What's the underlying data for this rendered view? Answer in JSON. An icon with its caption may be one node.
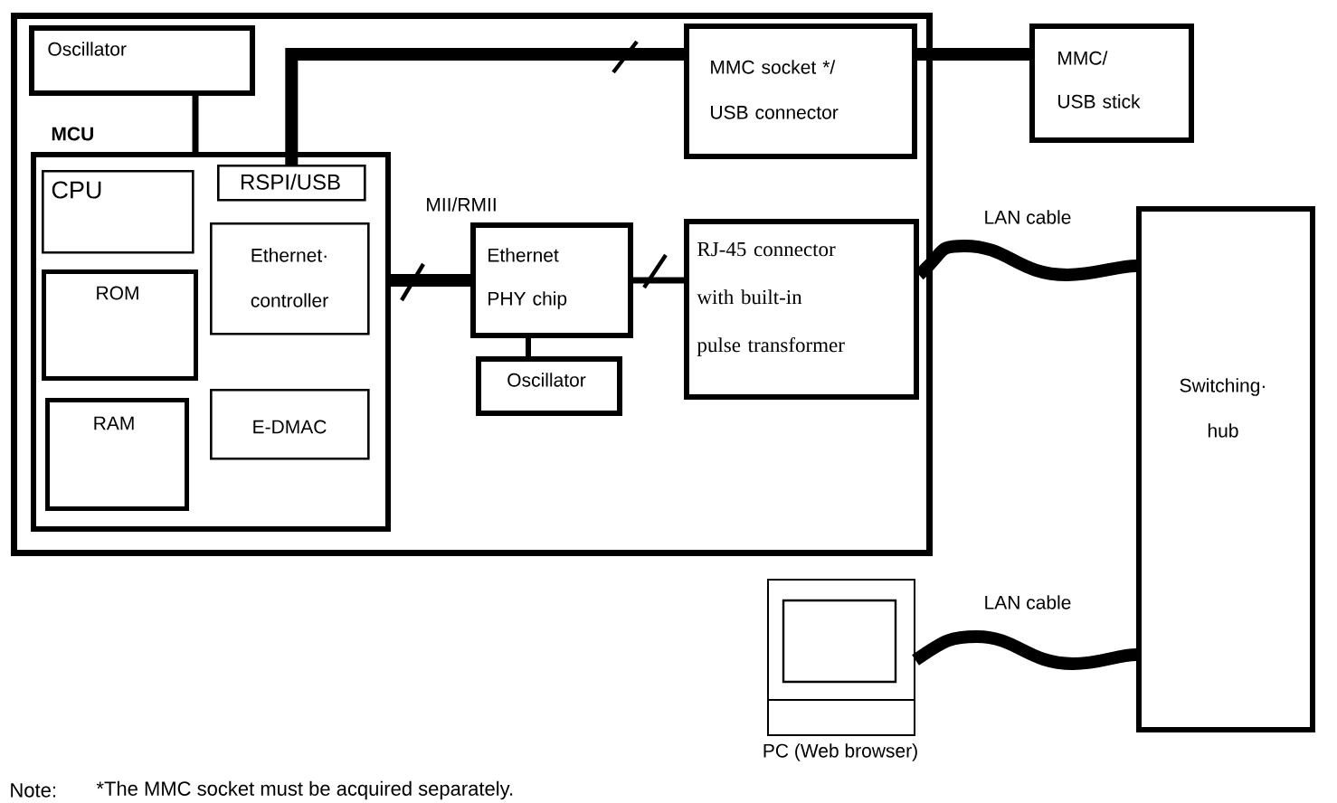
{
  "diagram": {
    "nodes": [
      {
        "text": [],
        "shape": "box"
      },
      {
        "text": [
          "Oscillator"
        ],
        "in": 0
      },
      {
        "text": [
          "MCU"
        ],
        "in": 0
      },
      {
        "text": [
          "CPU"
        ],
        "in": 2
      },
      {
        "text": [
          "RSPI/USB"
        ],
        "in": 2
      },
      {
        "text": [
          "Ethernet· controller"
        ],
        "in": 2
      },
      {
        "text": [
          "ROM"
        ],
        "in": 2
      },
      {
        "text": [
          "RAM"
        ],
        "in": 2
      },
      {
        "text": [
          "E-DMAC"
        ],
        "in": 2
      },
      {
        "text": [
          "Ethernet PHY chip"
        ],
        "in": 0
      },
      {
        "text": [
          "Oscillator"
        ],
        "in": 0
      },
      {
        "text": [
          "MMC socket */ USB connector"
        ],
        "in": 0
      },
      {
        "text": [
          "MMC/ USB stick"
        ]
      },
      {
        "text": [
          "RJ-45 connector with built-in pulse transformer"
        ],
        "in": 0
      },
      {
        "text": [
          "Switching· hub"
        ]
      },
      {
        "text": [],
        "shape": "picture",
        "beside": [
          "PC (Web browser)"
        ]
      }
    ],
    "edges": [
      {
        "from": 1,
        "to": 2,
        "arrow": "none"
      },
      {
        "from": 4,
        "to": 11,
        "arrow": "none"
      },
      {
        "from": 11,
        "to": 12,
        "arrow": "none"
      },
      {
        "from": 2,
        "to": 9,
        "arrow": "none",
        "label": "MII/RMII"
      },
      {
        "from": 9,
        "to": 13,
        "arrow": "none"
      },
      {
        "from": 9,
        "to": 10,
        "arrow": "none"
      },
      {
        "from": 13,
        "to": 14,
        "arrow": "none",
        "label": "LAN cable"
      },
      {
        "from": 15,
        "to": 14,
        "arrow": "none",
        "label": "LAN cable"
      }
    ],
    "labels": [
      "Note:",
      "*The MMC socket must be acquired separately."
    ]
  }
}
